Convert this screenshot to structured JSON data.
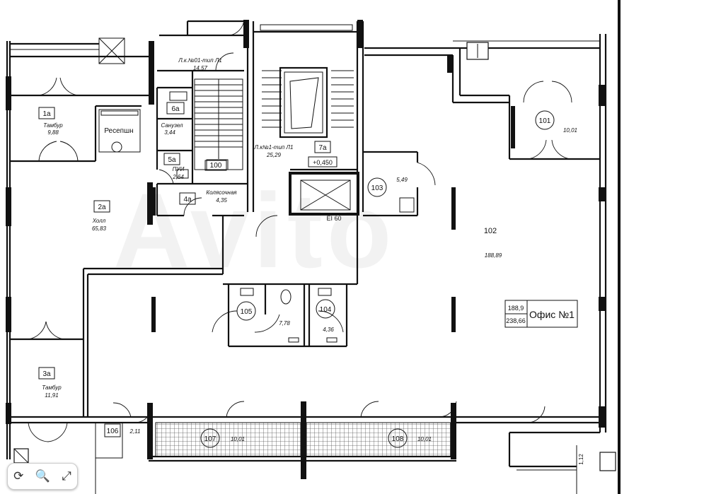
{
  "rooms": {
    "r1a": {
      "num": "1a",
      "name": "Тамбур",
      "area": "9,88"
    },
    "r2a": {
      "num": "2a",
      "name": "Холл",
      "area": "65,83"
    },
    "r3a": {
      "num": "3a",
      "name": "Тамбур",
      "area": "11,91"
    },
    "r4a": {
      "num": "4a",
      "name": "Колясочная",
      "area": "4,35"
    },
    "r5a": {
      "num": "5a",
      "name": "ПУИ",
      "area": "2,64"
    },
    "r6a": {
      "num": "6a",
      "name": "Санузел",
      "area": "3,44"
    },
    "r7a": {
      "num": "7a"
    },
    "r100": {
      "num": "100"
    },
    "r101": {
      "num": "101",
      "area": "10,01"
    },
    "r102": {
      "num": "102",
      "area": "188,89"
    },
    "r103": {
      "num": "103",
      "area": "5,49"
    },
    "r104": {
      "num": "104",
      "area": "4,36"
    },
    "r105": {
      "num": "105",
      "area": "7,78"
    },
    "r106": {
      "num": "106",
      "area": "2,11"
    },
    "r107": {
      "num": "107",
      "area": "10,01"
    },
    "r108": {
      "num": "108",
      "area": "10,01"
    }
  },
  "labels": {
    "reception": "Ресепшн",
    "stair_top": "Л.к.№01-тип Л1",
    "stair_top_area": "14,57",
    "stair_mid": "Л.к№1-тип Л1",
    "stair_mid_area": "25,29",
    "level": "+0,450",
    "elevator": "EI 60",
    "dim_112": "1,12"
  },
  "office": {
    "area1": "188,9",
    "area2": "238,66",
    "title": "Офис №1"
  },
  "watermark": "Avito",
  "toolbar": {
    "rotate_icon": "rotate-icon",
    "search_icon": "search-icon",
    "expand_icon": "expand-icon"
  }
}
